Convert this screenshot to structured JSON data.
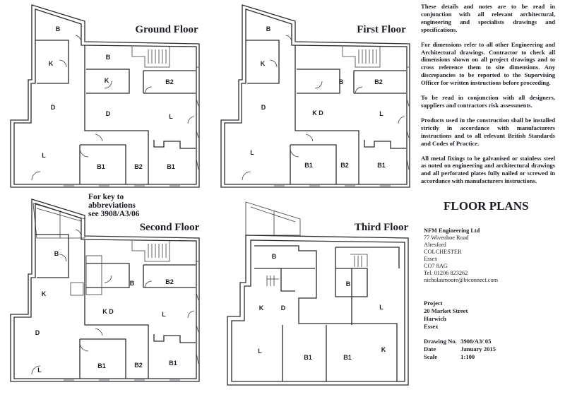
{
  "floors": [
    {
      "title": "Ground Floor",
      "rooms": [
        "B",
        "K",
        "B",
        "K",
        "B2",
        "D",
        "D",
        "L",
        "L",
        "B1",
        "B2",
        "B1"
      ]
    },
    {
      "title": "First Floor",
      "rooms": [
        "B",
        "K",
        "B",
        "B2",
        "D",
        "K D",
        "L",
        "L",
        "B1",
        "B2",
        "B1"
      ]
    },
    {
      "title": "Second Floor",
      "rooms": [
        "B",
        "B",
        "B2",
        "K",
        "K D",
        "L",
        "D",
        "L",
        "B1",
        "B2",
        "B1"
      ]
    },
    {
      "title": "Third Floor",
      "rooms": [
        "B",
        "B",
        "K",
        "D",
        "L",
        "L",
        "B1",
        "B1",
        "K"
      ]
    }
  ],
  "key_note": [
    "For key to",
    "abbreviations",
    "see 3908/A3/06"
  ],
  "notes": [
    "These details and notes are to be read in conjunction with all relevant architectural, engineering and specialists drawings and specifications.",
    "For dimensions refer to all other Engineering and Architectural drawings. Contractor to check all dimensions shown on all project drawings and to cross reference them to site dimensions. Any discrepancies to be reported to the Supervising Officer for written instructions before proceeding.",
    "To be read in conjunction with all designers, suppliers and contractors risk assessments.",
    "Products used in the construction shall be installed strictly in accordance with manufacturers instructions and to all relevant British Standards and Codes of Practice.",
    "All metal fixings to be galvanised or stainless steel as noted on engineering and architectural drawings and all perforated plates fully nailed or screwed in accordance with manufacturers instructions."
  ],
  "title": "FLOOR PLANS",
  "address": {
    "firm": "NFM Engineering Ltd",
    "lines": [
      "77 Wivenhoe Road",
      "Alresford",
      "COLCHESTER",
      "Essex",
      "CO7 8AG",
      "Tel. 01206 823262",
      "nicholasmoore@btconnect.com"
    ]
  },
  "project": {
    "label": "Project",
    "lines": [
      "20 Market Street",
      "Harwich",
      "Essex"
    ]
  },
  "drawing": {
    "number_label": "Drawing No.",
    "number": "3908/A3/ 05",
    "date_label": "Date",
    "date": "January 2015",
    "scale_label": "Scale",
    "scale": "1:100"
  }
}
